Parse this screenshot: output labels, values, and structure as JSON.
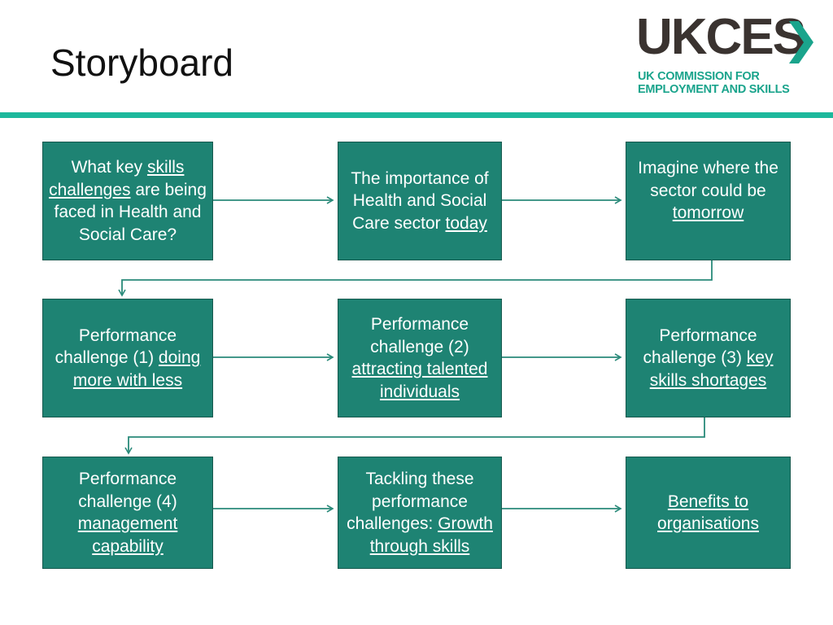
{
  "title": "Storyboard",
  "logo": {
    "word": "UKCES",
    "line1": "UK COMMISSION FOR",
    "line2": "EMPLOYMENT AND SKILLS"
  },
  "colors": {
    "box_fill": "#1e8373",
    "box_border": "#16594e",
    "accent_rule": "#1cb89c",
    "arrow": "#2a8a7a",
    "logo_dark": "#3a3330",
    "logo_green": "#1aa48c"
  },
  "boxes": [
    {
      "id": "b1",
      "parts": [
        {
          "t": "What key "
        },
        {
          "t": "skills challenges",
          "u": true
        },
        {
          "t": " are being faced in Health and Social Care?"
        }
      ]
    },
    {
      "id": "b2",
      "parts": [
        {
          "t": "The importance of Health and Social Care sector "
        },
        {
          "t": "today",
          "u": true
        }
      ]
    },
    {
      "id": "b3",
      "parts": [
        {
          "t": "Imagine where the sector could be "
        },
        {
          "t": "tomorrow",
          "u": true
        }
      ]
    },
    {
      "id": "b4",
      "parts": [
        {
          "t": "Performance challenge (1) "
        },
        {
          "t": "doing more with less",
          "u": true
        }
      ]
    },
    {
      "id": "b5",
      "parts": [
        {
          "t": "Performance challenge (2) "
        },
        {
          "t": "attracting talented individuals",
          "u": true
        }
      ]
    },
    {
      "id": "b6",
      "parts": [
        {
          "t": "Performance challenge (3) "
        },
        {
          "t": "key skills shortages",
          "u": true
        }
      ]
    },
    {
      "id": "b7",
      "parts": [
        {
          "t": "Performance challenge (4) "
        },
        {
          "t": "management capability",
          "u": true
        }
      ]
    },
    {
      "id": "b8",
      "parts": [
        {
          "t": "Tackling these performance challenges: "
        },
        {
          "t": "Growth through skills",
          "u": true
        }
      ]
    },
    {
      "id": "b9",
      "parts": [
        {
          "t": "Benefits ",
          "u": true
        },
        {
          "t": "to organisations",
          "u": true
        }
      ]
    }
  ],
  "flow": [
    [
      "b1",
      "b2"
    ],
    [
      "b2",
      "b3"
    ],
    [
      "b3",
      "b4"
    ],
    [
      "b4",
      "b5"
    ],
    [
      "b5",
      "b6"
    ],
    [
      "b6",
      "b7"
    ],
    [
      "b7",
      "b8"
    ],
    [
      "b8",
      "b9"
    ]
  ]
}
